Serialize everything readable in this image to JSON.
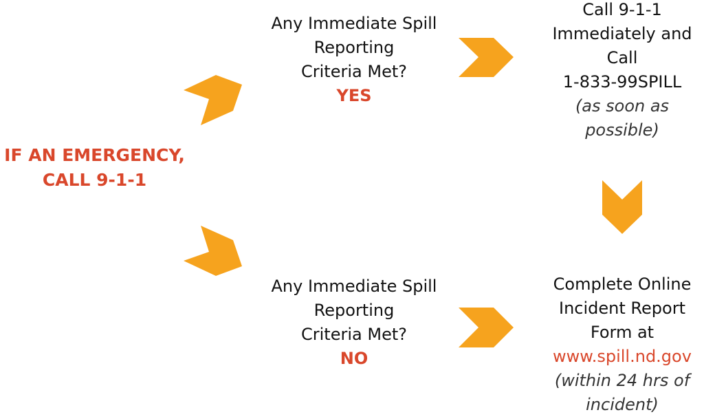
{
  "colors": {
    "arrow": "#f6a31e",
    "accent": "#d9472b"
  },
  "emergency": {
    "line1": "IF AN EMERGENCY,",
    "line2": "CALL 9-1-1"
  },
  "yes_branch": {
    "line1": "Any Immediate Spill",
    "line2": "Reporting",
    "line3": "Criteria Met?",
    "answer": "YES"
  },
  "no_branch": {
    "line1": "Any Immediate Spill",
    "line2": "Reporting",
    "line3": "Criteria Met?",
    "answer": "NO"
  },
  "yes_action": {
    "line1": "Call 9-1-1",
    "line2": "Immediately and",
    "line3": "Call",
    "line4": "1-833-99SPILL",
    "note1": "(as soon as",
    "note2": "possible)"
  },
  "no_action": {
    "line1": "Complete Online",
    "line2": "Incident Report",
    "line3": "Form at",
    "link": "www.spill.nd.gov",
    "note1": "(within 24 hrs of",
    "note2": "incident)"
  }
}
